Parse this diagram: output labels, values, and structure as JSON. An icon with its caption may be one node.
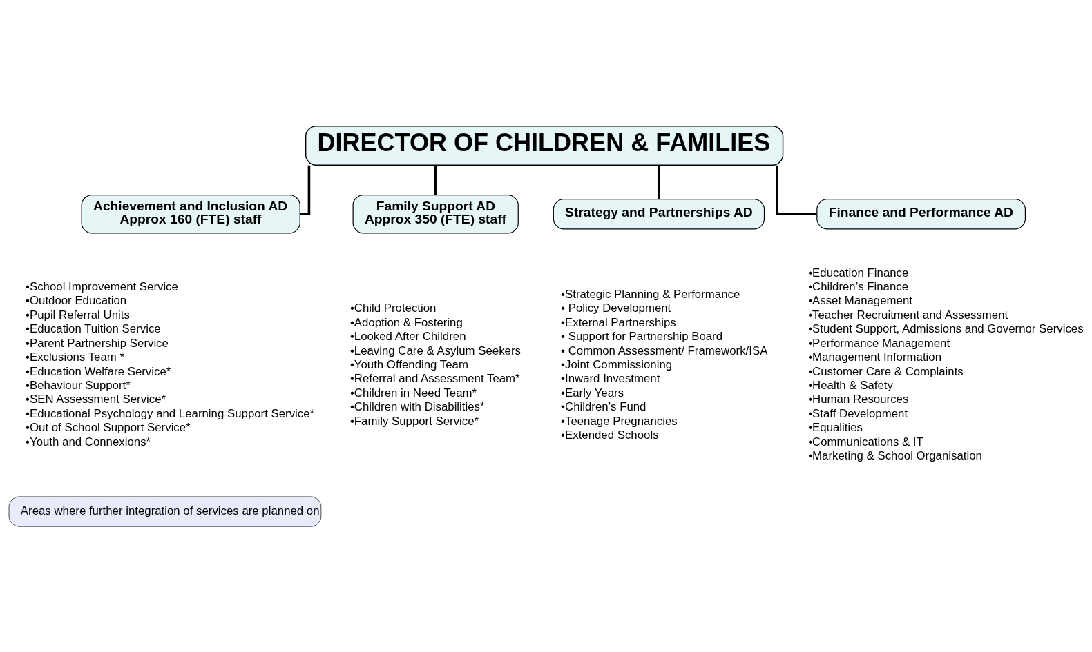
{
  "diagram": {
    "nodes": [
      {
        "text": [
          "DIRECTOR OF CHILDREN & FAMILIES"
        ]
      },
      {
        "text": [
          "Achievement and Inclusion AD",
          "Approx 160 (FTE) staff"
        ],
        "beside": [
          "•School Improvement Service",
          "•Outdoor Education",
          "•Pupil Referral Units",
          "•Education Tuition Service",
          "•Parent Partnership Service",
          "•Exclusions Team *",
          "•Education Welfare Service*",
          "•Behaviour Support*",
          "•SEN Assessment Service*",
          "•Educational Psychology and Learning Support Service*",
          "•Out of School Support Service*",
          "•Youth and Connexions*"
        ]
      },
      {
        "text": [
          "Family Support AD",
          "Approx 350 (FTE) staff"
        ],
        "beside": [
          "•Child Protection",
          "•Adoption & Fostering",
          "•Looked After Children",
          "•Leaving Care & Asylum Seekers",
          "•Youth Offending Team",
          "•Referral and Assessment Team*",
          "•Children in Need Team*",
          "•Children with Disabilities*",
          "•Family Support Service*"
        ]
      },
      {
        "text": [
          "Strategy and Partnerships AD"
        ],
        "beside": [
          "•Strategic Planning & Performance",
          "• Policy Development",
          "•External Partnerships",
          "• Support for Partnership Board",
          "• Common Assessment/ Framework/ISA",
          "•Joint Commissioning",
          "•Inward Investment",
          "•Early Years",
          "•Children’s Fund",
          "•Teenage Pregnancies",
          "•Extended Schools"
        ]
      },
      {
        "text": [
          "Finance and Performance AD"
        ],
        "beside": [
          "•Education Finance",
          "•Children’s Finance",
          "•Asset Management",
          "•Teacher Recruitment and Assessment",
          "•Student Support, Admissions and Governor Services",
          "•Performance Management",
          "•Management Information",
          "•Customer Care & Complaints",
          "•Health & Safety",
          "•Human Resources",
          "•Staff Development",
          "•Equalities",
          "•Communications & IT",
          "•Marketing & School Organisation"
        ]
      },
      {
        "text": [
          "Areas where further integration of services are planned on"
        ]
      }
    ],
    "edges": [
      {
        "from": 0,
        "to": 1,
        "arrow": "none"
      },
      {
        "from": 0,
        "to": 2,
        "arrow": "none"
      },
      {
        "from": 0,
        "to": 3,
        "arrow": "none"
      },
      {
        "from": 0,
        "to": 4,
        "arrow": "none"
      }
    ]
  }
}
